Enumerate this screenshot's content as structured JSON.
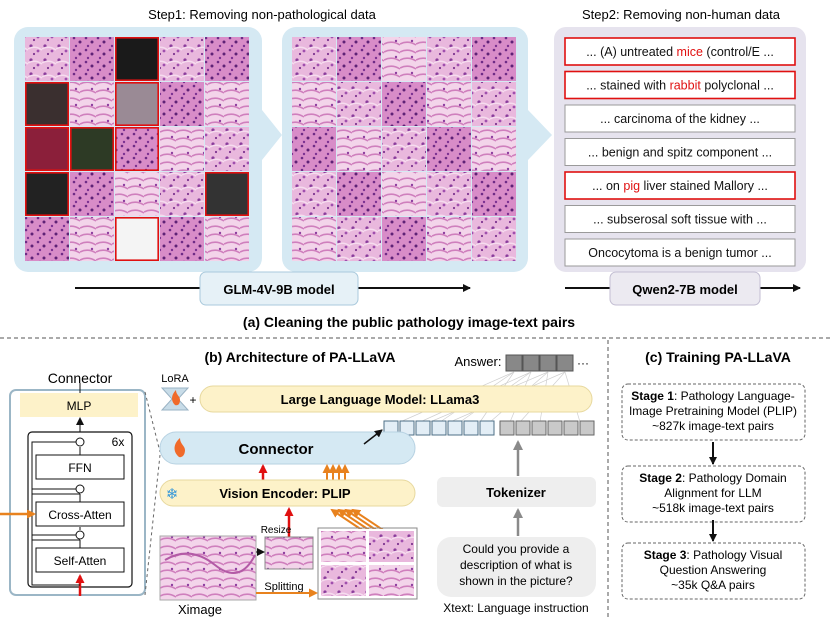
{
  "top": {
    "step1_title": "Step1: Removing non-pathological data",
    "step2_title": "Step2: Removing non-human data",
    "glm_model": "GLM-4V-9B model",
    "qwen_model": "Qwen2-7B model",
    "caption": "(a) Cleaning the public pathology image-text pairs",
    "texts": [
      {
        "segments": [
          {
            "t": "... (A) untreated ",
            "red": false
          },
          {
            "t": "mice",
            "red": true
          },
          {
            "t": " (control/E ...",
            "red": false
          }
        ],
        "flagged": true
      },
      {
        "segments": [
          {
            "t": "... stained with ",
            "red": false
          },
          {
            "t": "rabbit",
            "red": true
          },
          {
            "t": " polyclonal ...",
            "red": false
          }
        ],
        "flagged": true
      },
      {
        "segments": [
          {
            "t": "... carcinoma of the kidney ...",
            "red": false
          }
        ],
        "flagged": false
      },
      {
        "segments": [
          {
            "t": "... benign and spitz component ...",
            "red": false
          }
        ],
        "flagged": false
      },
      {
        "segments": [
          {
            "t": "... on ",
            "red": false
          },
          {
            "t": "pig",
            "red": true
          },
          {
            "t": " liver stained Mallory ...",
            "red": false
          }
        ],
        "flagged": true
      },
      {
        "segments": [
          {
            "t": "... subserosal soft tissue with ...",
            "red": false
          }
        ],
        "flagged": false
      },
      {
        "segments": [
          {
            "t": "Oncocytoma is a benign tumor ...",
            "red": false
          }
        ],
        "flagged": false
      }
    ]
  },
  "connector": {
    "title": "Connector",
    "mlp": "MLP",
    "repeat": "6x",
    "ffn": "FFN",
    "cross_atten": "Cross-Atten",
    "self_atten": "Self-Atten"
  },
  "arch": {
    "title": "(b) Architecture of PA-LLaVA",
    "answer": "Answer:",
    "ellipsis": "···",
    "lora": "LoRA",
    "plus": "+",
    "llm": "Large Language Model: LLama3",
    "connector": "Connector",
    "vision_encoder": "Vision Encoder: PLIP",
    "tokenizer": "Tokenizer",
    "resize": "Resize",
    "splitting": "Splitting",
    "x_image": "Ximage",
    "question": [
      "Could you provide a",
      "description of what is",
      "shown in the picture?"
    ],
    "x_text": "Xtext: Language instruction"
  },
  "training": {
    "title": "(c) Training PA-LLaVA",
    "stages": [
      {
        "bold": "Stage 1",
        "lines": [
          ": Pathology Language-",
          "Image Pretraining Model (PLIP)",
          "~827k image-text pairs"
        ]
      },
      {
        "bold": "Stage 2",
        "lines": [
          ": Pathology Domain",
          "Alignment for LLM",
          "~518k image-text pairs"
        ]
      },
      {
        "bold": "Stage 3",
        "lines": [
          ": Pathology Visual",
          "Question Answering",
          "~35k Q&A pairs"
        ]
      }
    ]
  },
  "colors": {
    "panel_blue": "#d5e9f3",
    "panel_purple": "#e6e3ee",
    "model_box": "#fdf2c9",
    "red": "#e01010",
    "orange": "#e8821e",
    "pink": "#d9a0cc"
  }
}
